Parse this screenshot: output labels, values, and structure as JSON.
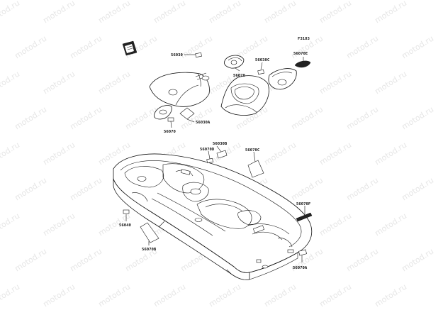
{
  "watermark_text": "motod.ru",
  "diagram": {
    "code": "F3183",
    "icon": "book-icon",
    "labels": {
      "p56030": "56030",
      "p56030A": "56030A",
      "p56030B": "56030B",
      "p56030C": "56030C",
      "p56070_upper_left": "56070",
      "p56070_upper_mid": "56070",
      "p56070A": "56070A",
      "p56070B": "56070B",
      "p56070C": "56070C",
      "p56070D": "56070D",
      "p56070E": "56070E",
      "p56070F": "56070F",
      "p56040": "56040"
    }
  }
}
